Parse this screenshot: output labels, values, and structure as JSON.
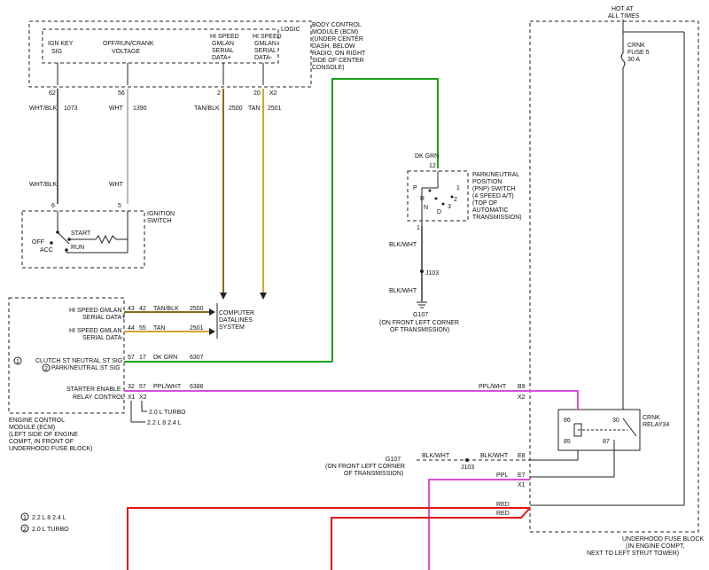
{
  "bcm": {
    "logic": "LOGIC",
    "title": [
      "BODY CONTROL",
      "MODULE (BCM)",
      "(UNDER CENTER",
      "DASH, BELOW",
      "RADIO, ON RIGHT",
      "SIDE OF CENTER",
      "CONSOLE)"
    ],
    "inputs": [
      {
        "lines": [
          "IGN KEY",
          "SIG"
        ],
        "pin": "62"
      },
      {
        "lines": [
          "OFF/RUN/CRANK",
          "VOLTAGE"
        ],
        "pin": "56"
      },
      {
        "lines": [
          "HI SPEED",
          "GMLAN",
          "SERIAL",
          "DATA+"
        ],
        "pin": "2"
      },
      {
        "lines": [
          "HI SPEED",
          "GMLAN",
          "SERIAL",
          "DATA-"
        ],
        "pin": "20"
      }
    ],
    "connector": "X2"
  },
  "wires_top": [
    {
      "color_name": "WHT/BLK",
      "circuit": "1073"
    },
    {
      "color_name": "WHT",
      "circuit": "1390"
    },
    {
      "color_name": "TAN/BLK",
      "circuit": "2500"
    },
    {
      "color_name": "TAN",
      "circuit": "2501"
    }
  ],
  "ignition_switch": {
    "title": [
      "IGNITION",
      "SWITCH"
    ],
    "wire_labels": [
      "WHT/BLK",
      "WHT"
    ],
    "pins": [
      "6",
      "5"
    ],
    "positions": [
      "OFF",
      "ACC",
      "START",
      "RUN"
    ]
  },
  "computer_data": [
    "COMPUTER",
    "DATALINES",
    "SYSTEM"
  ],
  "pnp_switch": {
    "wire_in": "DK GRN",
    "pin_in": "12",
    "title": [
      "PARK/NEUTRAL",
      "POSITION",
      "(PNP) SWITCH",
      "(4 SPEED A/T)",
      "(TOP OF",
      "AUTOMATIC",
      "TRANSMISSION)"
    ],
    "gears": [
      "P",
      "R",
      "N",
      "D",
      "3",
      "2",
      "1"
    ],
    "pin_out": "1",
    "wire_out": "BLK/WHT",
    "splice": "J103",
    "wire_out2": "BLK/WHT",
    "ground": "G107",
    "ground_location": [
      "(ON FRONT LEFT CORNER",
      "OF TRANSMISSION)"
    ]
  },
  "ecm": {
    "rows": [
      {
        "label": [
          "HI SPEED GMLAN",
          "SERIAL DATA+"
        ],
        "pin1": "43",
        "pin2": "42",
        "color": "TAN/BLK",
        "circuit": "2500"
      },
      {
        "label": [
          "HI SPEED GMLAN",
          "SERIAL DATA-"
        ],
        "pin1": "44",
        "pin2": "55",
        "color": "TAN",
        "circuit": "2501"
      },
      {
        "label": [
          "CLUTCH ST NEUTRAL ST SIG",
          "PARK/NEUTRAL ST SIG"
        ],
        "pin1": "57",
        "pin2": "17",
        "color": "DK GRN",
        "circuit": "6307"
      },
      {
        "label": [
          "STARTER ENABLE",
          "RELAY CONTROL"
        ],
        "pin1": "32",
        "pin2": "57",
        "color": "PPL/WHT",
        "circuit": "6386"
      }
    ],
    "note_marks": [
      "1",
      "2"
    ],
    "connectors": [
      "X1",
      "X2"
    ],
    "engine_notes": [
      "2.0 L TURBO",
      "2.2 L 8 2.4 L"
    ],
    "title": [
      "ENGINE CONTROL",
      "MODULE (ECM)",
      "(LEFT SIDE OF ENGINE",
      "COMPT, IN FRONT OF",
      "UNDERHOOD FUSE BLOCK)"
    ]
  },
  "fuse_block": {
    "hot": [
      "HOT AT",
      "ALL TIMES"
    ],
    "fuse": [
      "CRNK",
      "FUSE 5",
      "30 A"
    ],
    "relay": [
      "CRNK",
      "RELAY34"
    ],
    "relay_pins": [
      "86",
      "30",
      "85",
      "87"
    ],
    "pins": [
      {
        "pin": "B9",
        "conn": "X2",
        "color": "PPL/WHT"
      },
      {
        "pin": "E8",
        "conn": "",
        "color": "BLK/WHT"
      },
      {
        "pin": "E7",
        "conn": "X1",
        "color": "PPL"
      }
    ],
    "red_labels": [
      "RED",
      "RED"
    ],
    "title": [
      "UNDERHOOD FUSE BLOCK",
      "(IN ENGINE COMPT,",
      "NEXT TO LEFT STRUT TOWER)"
    ]
  },
  "ground_lower": {
    "name": "G107",
    "wire": "BLK/WHT",
    "splice": "J103",
    "location": [
      "(ON FRONT LEFT CORNER",
      "OF TRANSMISSION)"
    ]
  },
  "legend": [
    {
      "mark": "1",
      "text": "2.2 L 8 2.4 L"
    },
    {
      "mark": "2",
      "text": "2.0 L TURBO"
    }
  ],
  "colors": {
    "tan": "#d9a233",
    "tan_blk": "#8a6a1f",
    "green": "#1aa01a",
    "purple": "#d94fd9",
    "red": "#e01515",
    "wht": "#bbbbbb",
    "wht_blk": "#666666"
  }
}
